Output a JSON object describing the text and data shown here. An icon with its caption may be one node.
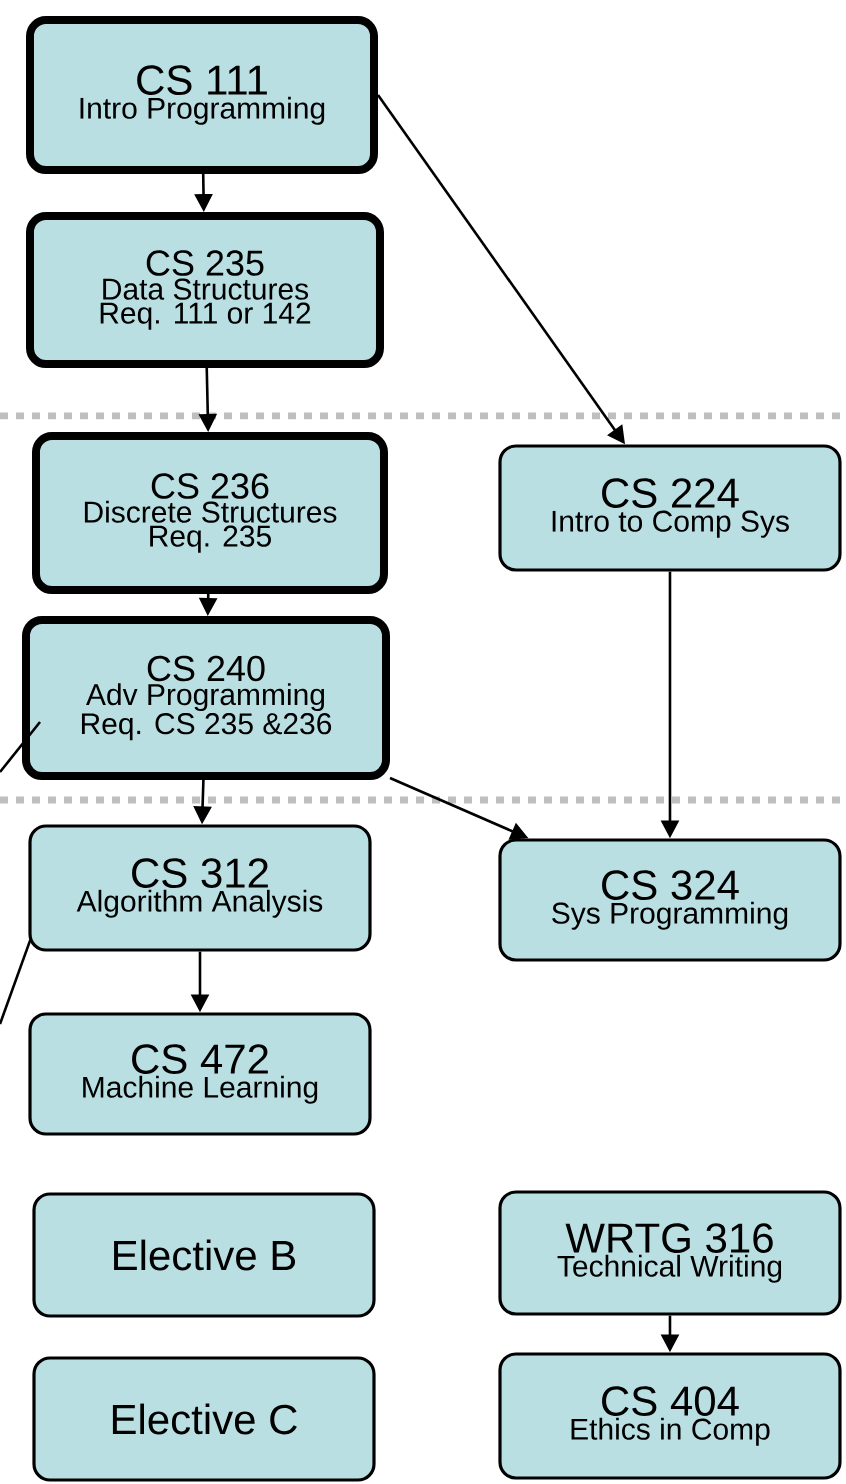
{
  "diagram": {
    "nodes": [
      {
        "text": [
          "CS 111",
          "Intro Programming"
        ]
      },
      {
        "text": [
          "CS 235",
          "Data Structures",
          "Req. 111 or 142"
        ]
      },
      {
        "text": [
          "CS 236",
          "Discrete Structures",
          "Req. 235"
        ]
      },
      {
        "text": [
          "CS 224",
          "Intro to Comp Sys"
        ]
      },
      {
        "text": [
          "CS 240",
          "Adv Programming",
          "Req. CS 235 &236"
        ]
      },
      {
        "text": [
          "CS 312",
          "Algorithm Analysis"
        ]
      },
      {
        "text": [
          "CS 324",
          "Sys Programming"
        ]
      },
      {
        "text": [
          "CS 472",
          "Machine Learning"
        ]
      },
      {
        "text": [
          "Elective B"
        ]
      },
      {
        "text": [
          "WRTG 316",
          "Technical Writing"
        ]
      },
      {
        "text": [
          "Elective C"
        ]
      },
      {
        "text": [
          "CS 404",
          "Ethics in Comp"
        ]
      }
    ],
    "edges": [
      {
        "from": 0,
        "to": 1,
        "arrow": "to"
      },
      {
        "from": 0,
        "to": 3,
        "arrow": "to"
      },
      {
        "from": 1,
        "to": 2,
        "arrow": "to"
      },
      {
        "from": 2,
        "to": 4,
        "arrow": "to"
      },
      {
        "from": 4,
        "to": 5,
        "arrow": "to"
      },
      {
        "from": 4,
        "to": 6,
        "arrow": "to"
      },
      {
        "from": 3,
        "to": 6,
        "arrow": "to"
      },
      {
        "from": 5,
        "to": 7,
        "arrow": "to"
      },
      {
        "from": 9,
        "to": 11,
        "arrow": "to"
      },
      {
        "from": 4,
        "to": null,
        "arrow": "none"
      },
      {
        "from": 5,
        "to": null,
        "arrow": "none"
      }
    ]
  }
}
